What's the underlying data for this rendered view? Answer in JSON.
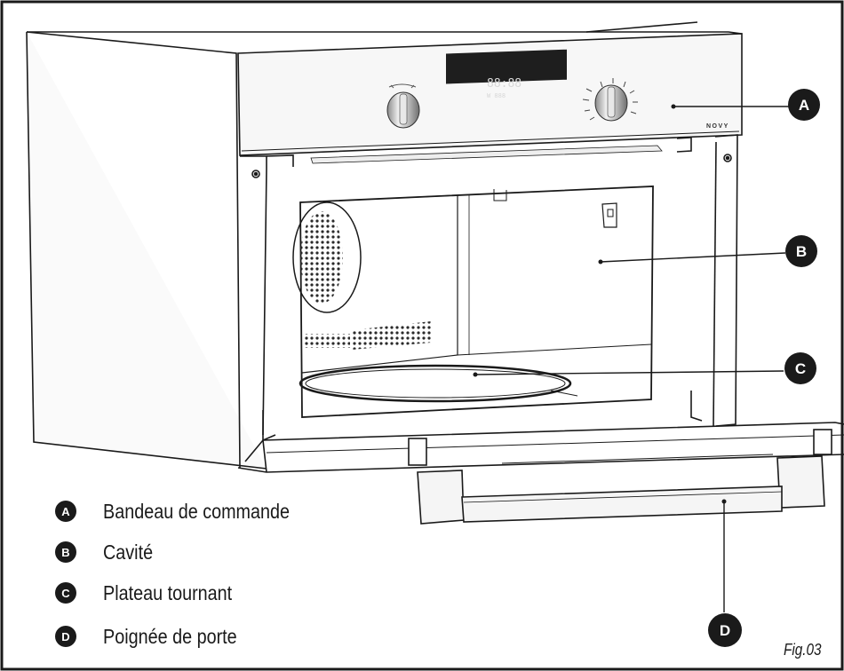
{
  "display": {
    "time": "88:88",
    "sub": "W 888"
  },
  "brand": "NOVY",
  "callouts": {
    "a": "A",
    "b": "B",
    "c": "C",
    "d": "D"
  },
  "legend": [
    {
      "badge": "A",
      "text": "Bandeau de commande"
    },
    {
      "badge": "B",
      "text": "Cavité"
    },
    {
      "badge": "C",
      "text": "Plateau tournant"
    },
    {
      "badge": "D",
      "text": "Poignée de porte"
    }
  ],
  "figure_label": "Fig.03",
  "colors": {
    "line": "#1a1a1a",
    "badge": "#1a1a1a",
    "display": "#1e1e1e",
    "knob": "#c9c9c9"
  }
}
